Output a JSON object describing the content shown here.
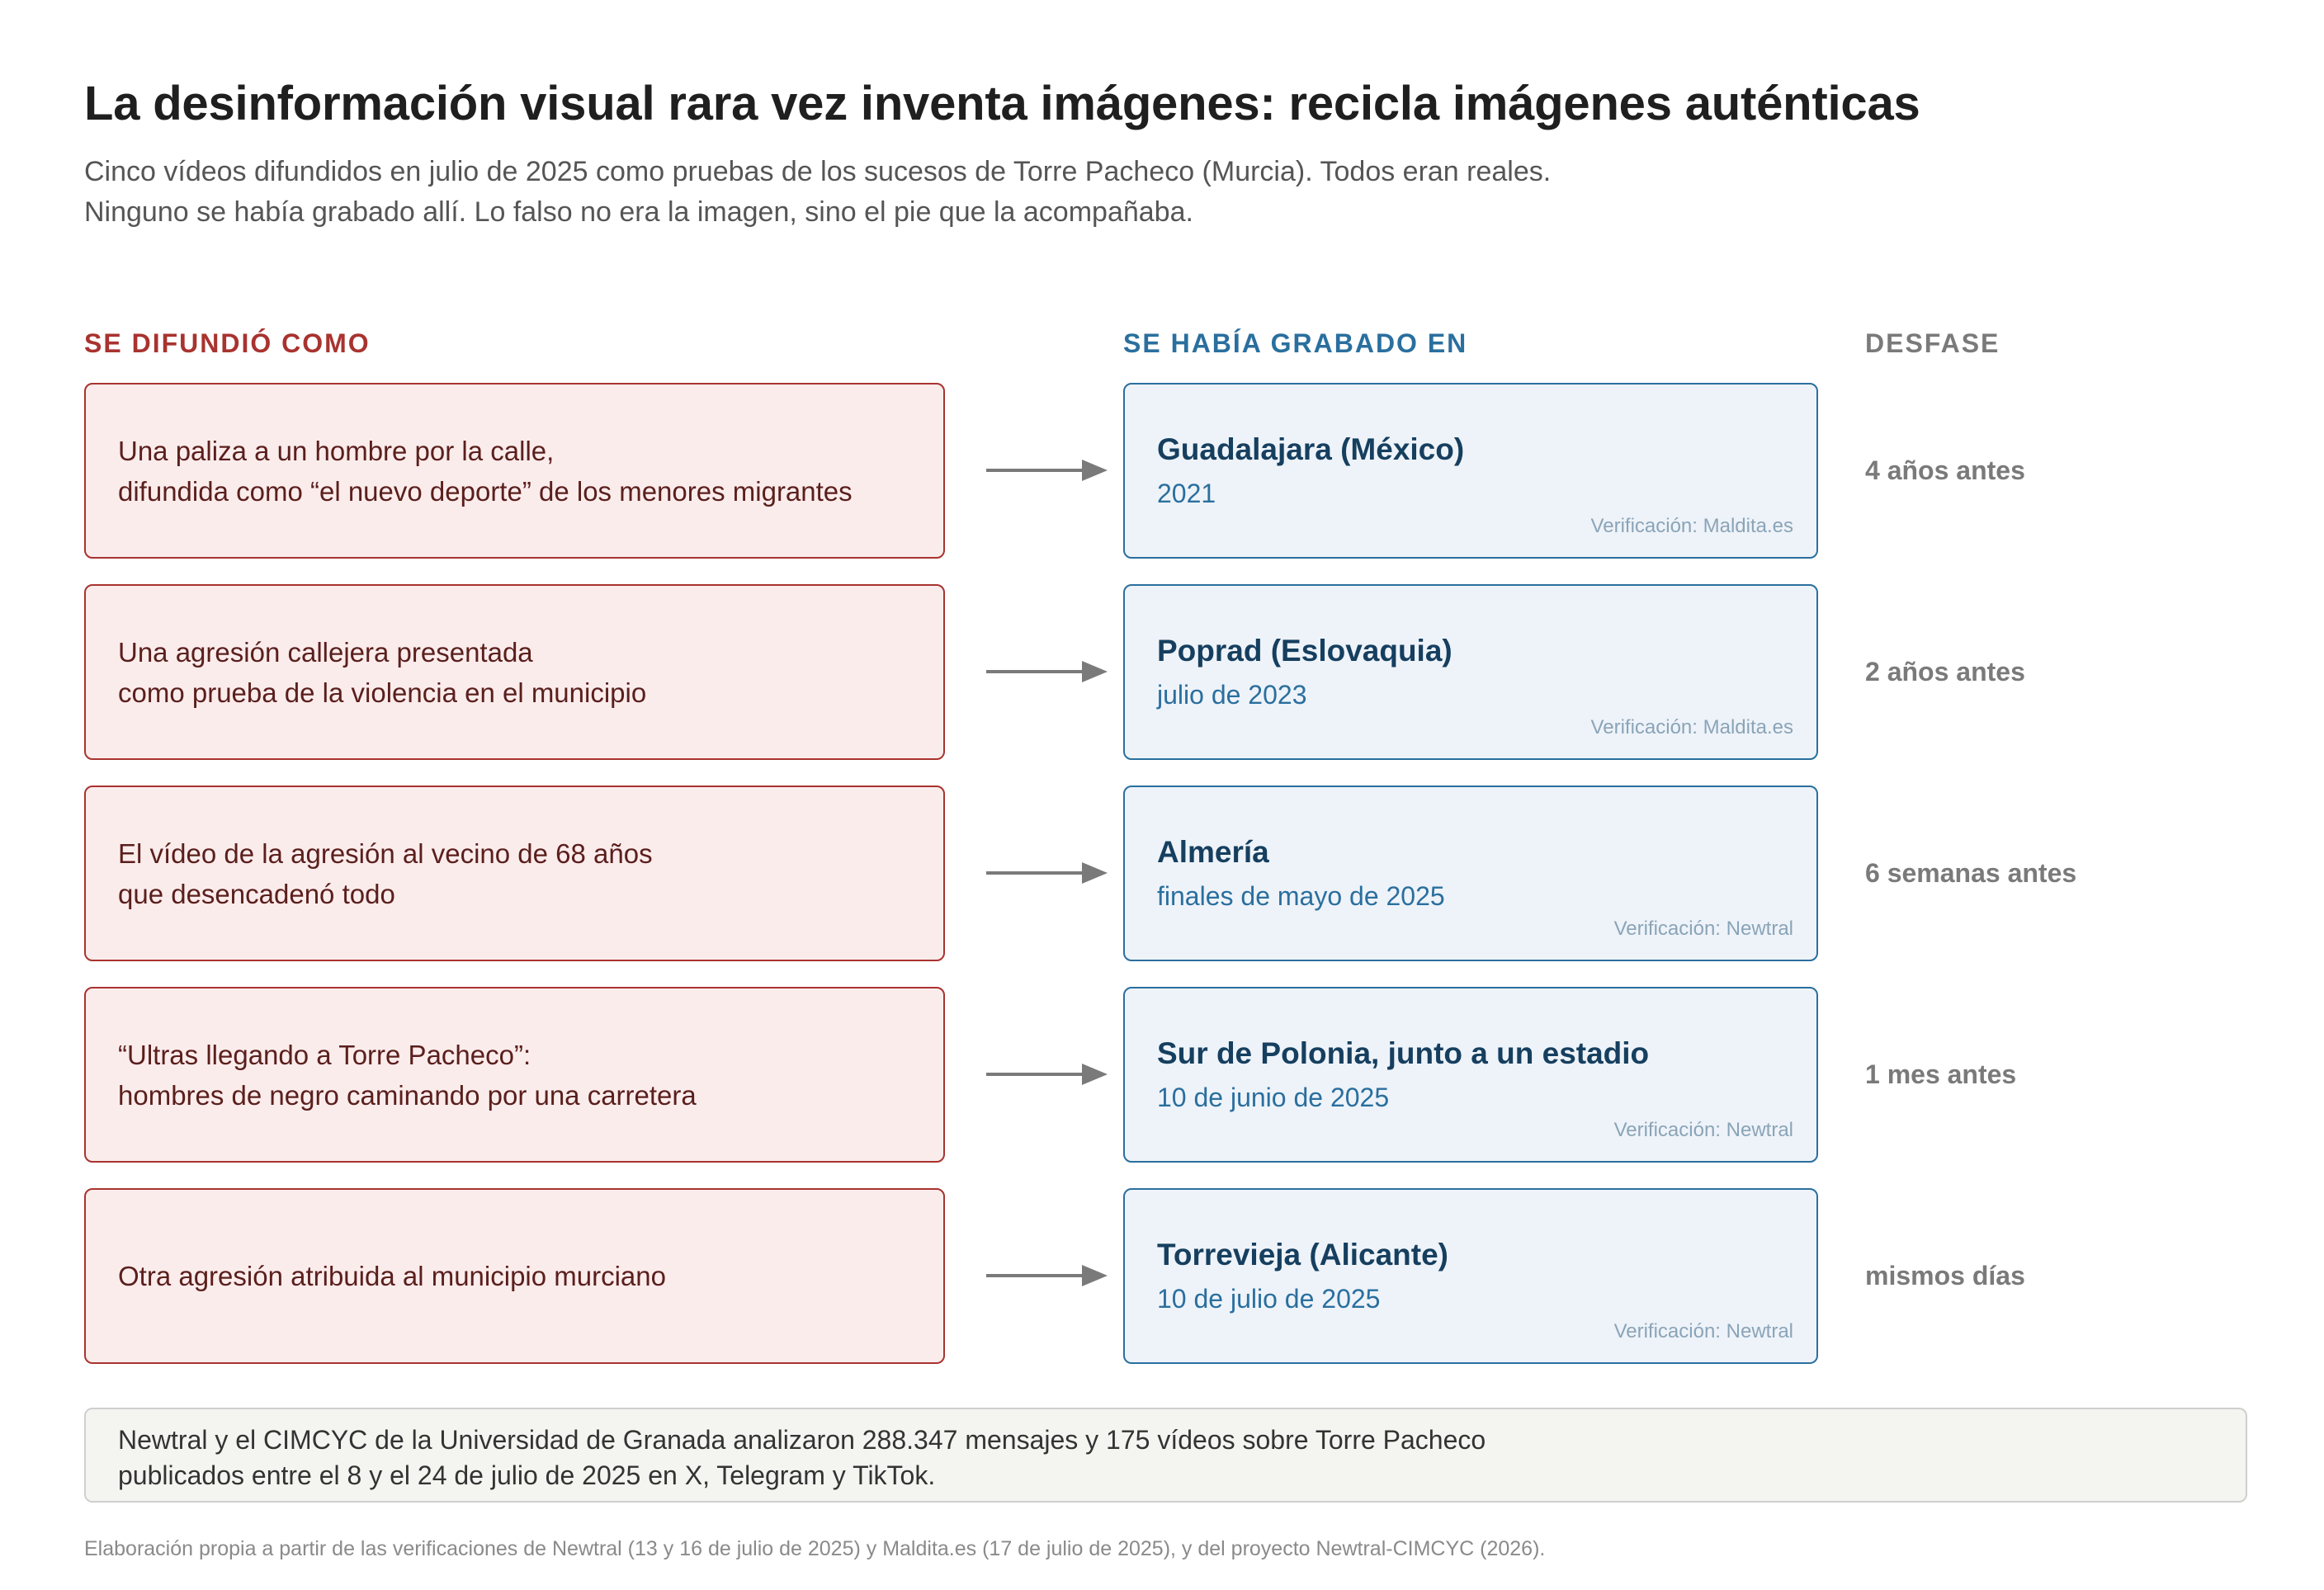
{
  "title": "La desinformación visual rara vez inventa imágenes: recicla imágenes auténticas",
  "subtitle": {
    "line1": "Cinco vídeos difundidos en julio de 2025 como pruebas de los sucesos de Torre Pacheco (Murcia). Todos eran reales.",
    "line2": "Ninguno se había grabado allí. Lo falso no era la imagen, sino el pie que la acompañaba."
  },
  "columns": {
    "spread_as": "SE DIFUNDIÓ COMO",
    "recorded_in": "SE HABÍA GRABADO EN",
    "lag": "DESFASE"
  },
  "rows": [
    {
      "claim_line1": "Una paliza a un hombre por la calle,",
      "claim_line2": "difundida como “el nuevo deporte” de los menores migrantes",
      "place": "Guadalajara (México)",
      "date": "2021",
      "verification": "Verificación: Maldita.es",
      "lag": "4 años antes"
    },
    {
      "claim_line1": "Una agresión callejera presentada",
      "claim_line2": "como prueba de la violencia en el municipio",
      "place": "Poprad (Eslovaquia)",
      "date": "julio de 2023",
      "verification": "Verificación: Maldita.es",
      "lag": "2 años antes"
    },
    {
      "claim_line1": "El vídeo de la agresión al vecino de 68 años",
      "claim_line2": "que desencadenó todo",
      "place": "Almería",
      "date": "finales de mayo de 2025",
      "verification": "Verificación: Newtral",
      "lag": "6 semanas antes"
    },
    {
      "claim_line1": "“Ultras llegando a Torre Pacheco”:",
      "claim_line2": "hombres de negro caminando por una carretera",
      "place": "Sur de Polonia, junto a un estadio",
      "date": "10 de junio de 2025",
      "verification": "Verificación: Newtral",
      "lag": "1 mes antes"
    },
    {
      "claim_line1": "Otra agresión atribuida al municipio murciano",
      "claim_line2": "",
      "place": "Torrevieja (Alicante)",
      "date": "10 de julio de 2025",
      "verification": "Verificación: Newtral",
      "lag": "mismos días"
    }
  ],
  "note": {
    "line1": "Newtral y el CIMCYC de la Universidad de Granada analizaron 288.347 mensajes y 175 vídeos sobre Torre Pacheco",
    "line2": "publicados entre el 8 y el 24 de julio de 2025 en X, Telegram y TikTok."
  },
  "footer": "Elaboración propia a partir de las verificaciones de Newtral (13 y 16 de julio de 2025) y Maldita.es (17 de julio de 2025), y del proyecto Newtral-CIMCYC (2026).",
  "colors": {
    "red_accent": "#a8332f",
    "red_fill": "#fbecec",
    "red_text": "#5a1f1c",
    "blue_accent": "#2a6f9e",
    "blue_fill": "#eef3f9",
    "blue_text": "#163f5f",
    "blue_muted": "#8aa4b8",
    "gray_accent": "#7a7a7a",
    "note_fill": "#f4f4f1"
  }
}
